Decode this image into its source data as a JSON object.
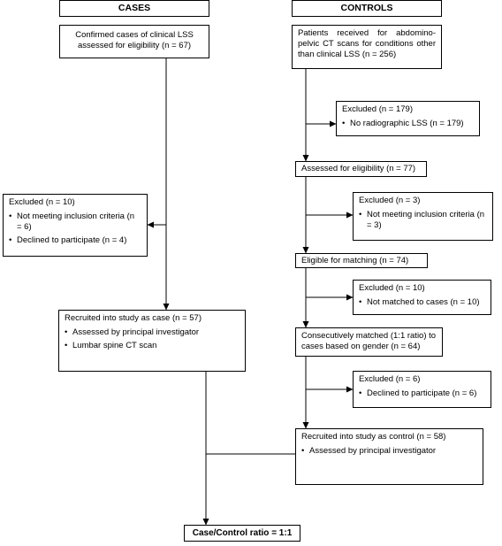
{
  "cases": {
    "header": "CASES",
    "confirmed": "Confirmed cases of clinical LSS assessed for eligibility (n = 67)",
    "excluded": {
      "title": "Excluded (n = 10)",
      "items": [
        "Not meeting inclusion criteria (n = 6)",
        "Declined to participate (n = 4)"
      ]
    },
    "recruited": {
      "title": "Recruited into study as case (n = 57)",
      "items": [
        "Assessed by principal investigator",
        "Lumbar spine CT scan"
      ]
    }
  },
  "controls": {
    "header": "CONTROLS",
    "patients": "Patients received for abdomino-pelvic CT scans for conditions other than clinical LSS (n = 256)",
    "excluded1": {
      "title": "Excluded (n = 179)",
      "items": [
        "No radiographic LSS (n = 179)"
      ]
    },
    "assessed": "Assessed for eligibility (n = 77)",
    "excluded2": {
      "title": "Excluded (n = 3)",
      "items": [
        "Not meeting inclusion criteria (n = 3)"
      ]
    },
    "eligible": "Eligible for matching (n = 74)",
    "excluded3": {
      "title": "Excluded (n = 10)",
      "items": [
        "Not matched to cases (n = 10)"
      ]
    },
    "matched": "Consecutively matched (1:1 ratio) to cases based on gender (n = 64)",
    "excluded4": {
      "title": "Excluded (n = 6)",
      "items": [
        "Declined to participate (n = 6)"
      ]
    },
    "recruited": {
      "title": "Recruited into study as control (n = 58)",
      "items": [
        "Assessed by principal investigator"
      ]
    }
  },
  "ratio": "Case/Control ratio = 1:1"
}
